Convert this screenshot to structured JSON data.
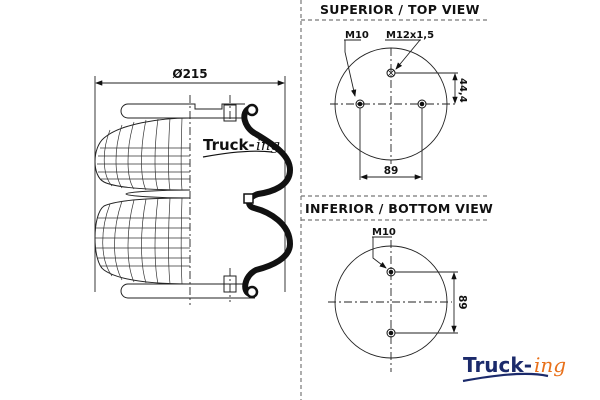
{
  "side_view": {
    "diameter_label": "Ø215",
    "watermark": {
      "main": "Truck-",
      "suffix": "ing"
    }
  },
  "top_view": {
    "title": "SUPERIOR / TOP VIEW",
    "labels": {
      "bolt_left": "M10",
      "air_fitting": "M12x1,5",
      "offset_dim": "44,4",
      "bolt_spacing": "89"
    }
  },
  "bottom_view": {
    "title": "INFERIOR / BOTTOM VIEW",
    "labels": {
      "bolt": "M10",
      "bolt_spacing": "89"
    }
  },
  "logo": {
    "main": "Truck-",
    "suffix": "ing",
    "colors": {
      "main": "#1b2a6b",
      "suffix": "#e8701a"
    }
  }
}
